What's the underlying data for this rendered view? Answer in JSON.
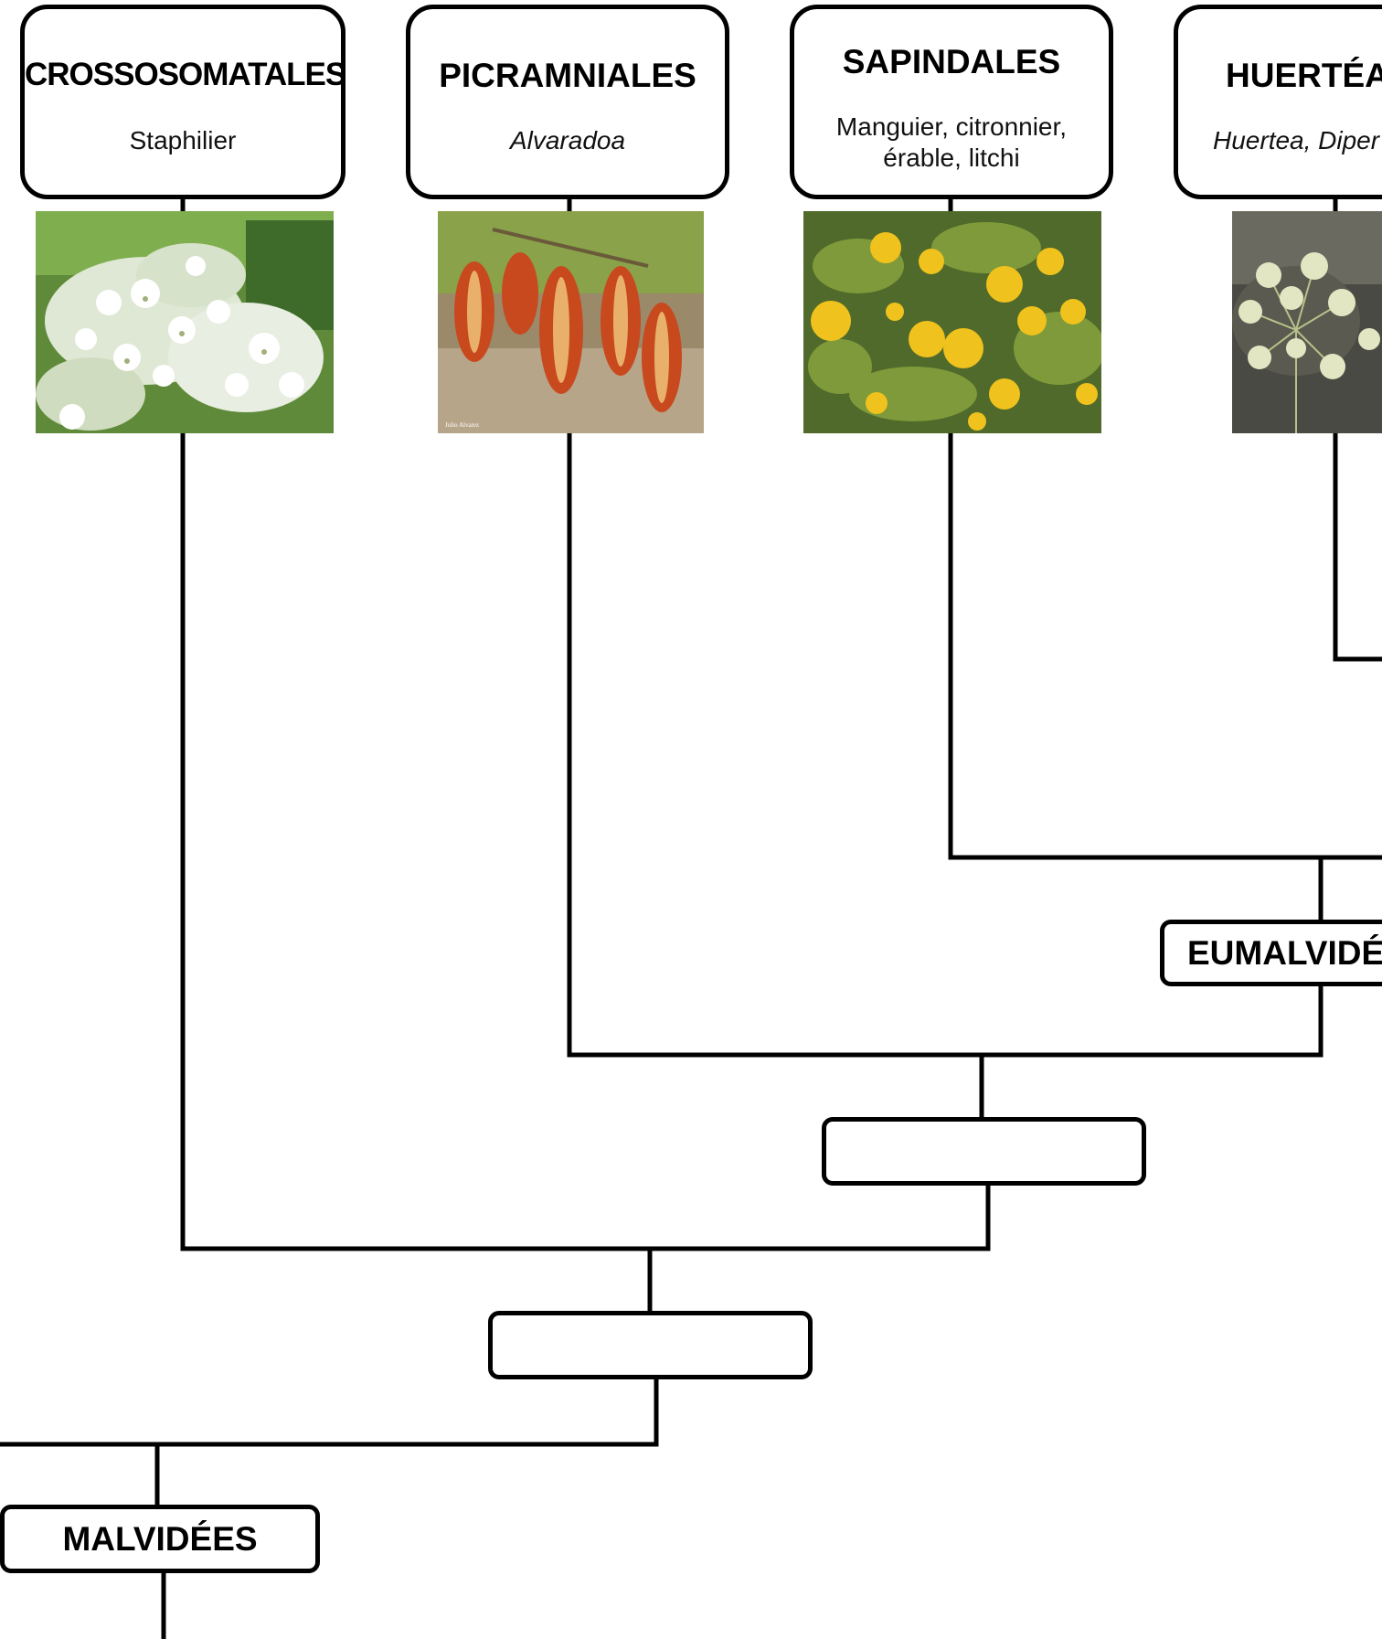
{
  "taxa": [
    {
      "name": "CROSSOSOMATALES",
      "subtitle": "Staphilier",
      "subtitle_style": "normal",
      "photo": "white-flower-cluster"
    },
    {
      "name": "PICRAMNIALES",
      "subtitle": "Alvaradoa",
      "subtitle_style": "italic",
      "photo": "orange-flower-spikes",
      "photo_caption": "Julio Alvarez"
    },
    {
      "name": "SAPINDALES",
      "subtitle_line1": "Manguier, citronnier,",
      "subtitle_line2": "érable, litchi",
      "photo": "citrus-tree-with-lemons"
    },
    {
      "name": "HUERTÉA",
      "subtitle": "Huertea, Diper",
      "subtitle_style": "italic",
      "photo": "cream-flower-umbel"
    }
  ],
  "clades": {
    "eumalvidees": "EUMALVIDÉ",
    "unlabeled_1": "",
    "unlabeled_2": "",
    "malvidees": "MALVIDÉES"
  },
  "colors": {
    "line": "#000000",
    "box_fill": "#ffffff"
  }
}
